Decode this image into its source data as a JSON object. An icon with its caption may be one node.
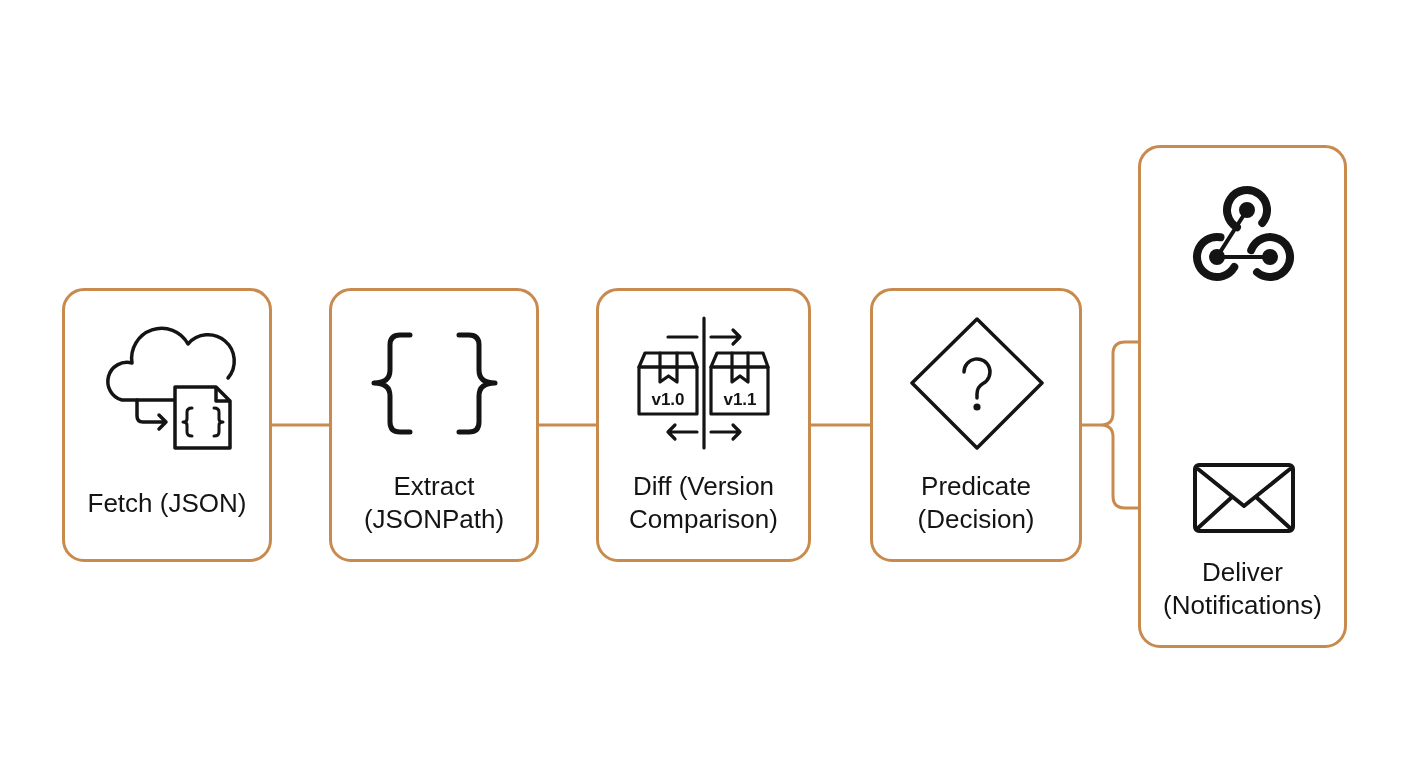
{
  "diagram": {
    "nodes": [
      {
        "text": [
          "Fetch (JSON)"
        ]
      },
      {
        "text": [
          "Extract (JSONPath)"
        ]
      },
      {
        "text": [
          "Diff (Version Comparison)"
        ]
      },
      {
        "text": [
          "Predicate (Decision)"
        ]
      },
      {
        "text": [
          "Deliver (Notifications)"
        ]
      }
    ],
    "edges": [
      {
        "from": 0,
        "to": 1,
        "arrow": "none"
      },
      {
        "from": 1,
        "to": 2,
        "arrow": "none"
      },
      {
        "from": 2,
        "to": 3,
        "arrow": "none"
      },
      {
        "from": 3,
        "to": 4,
        "arrow": "none"
      }
    ],
    "labels": [
      "v1.0",
      "v1.1"
    ]
  }
}
